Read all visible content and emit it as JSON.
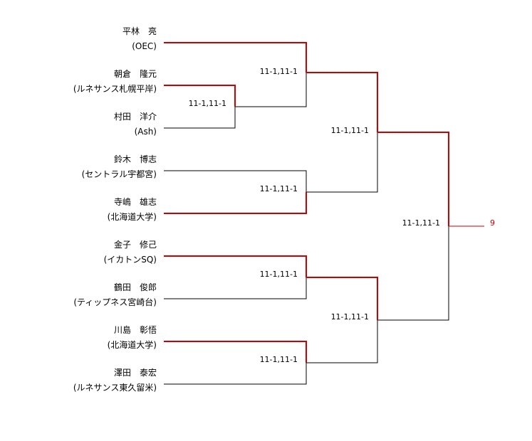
{
  "bracket": {
    "players": [
      {
        "name": "平林　亮",
        "team": "(OEC)"
      },
      {
        "name": "朝倉　隆元",
        "team": "(ルネサンス札幌平岸)"
      },
      {
        "name": "村田　洋介",
        "team": "(Ash)"
      },
      {
        "name": "鈴木　博志",
        "team": "(セントラル宇都宮)"
      },
      {
        "name": "寺嶋　雄志",
        "team": "(北海道大学)"
      },
      {
        "name": "金子　修己",
        "team": "(イカトンSQ)"
      },
      {
        "name": "鶴田　俊郎",
        "team": "(ティップネス宮崎台)"
      },
      {
        "name": "川島　彰悟",
        "team": "(北海道大学)"
      },
      {
        "name": "澤田　泰宏",
        "team": "(ルネサンス東久留米)"
      }
    ],
    "scores": {
      "prelim": "11-1,11-1",
      "r1_a": "11-1,11-1",
      "r1_b": "11-1,11-1",
      "r1_c": "11-1,11-1",
      "r1_d": "11-1,11-1",
      "r2_a": "11-1,11-1",
      "r2_b": "11-1,11-1",
      "final": "11-1,11-1"
    },
    "winner_label": "9",
    "colors": {
      "winner_line": "#cc0000",
      "loser_line": "#000000"
    }
  }
}
